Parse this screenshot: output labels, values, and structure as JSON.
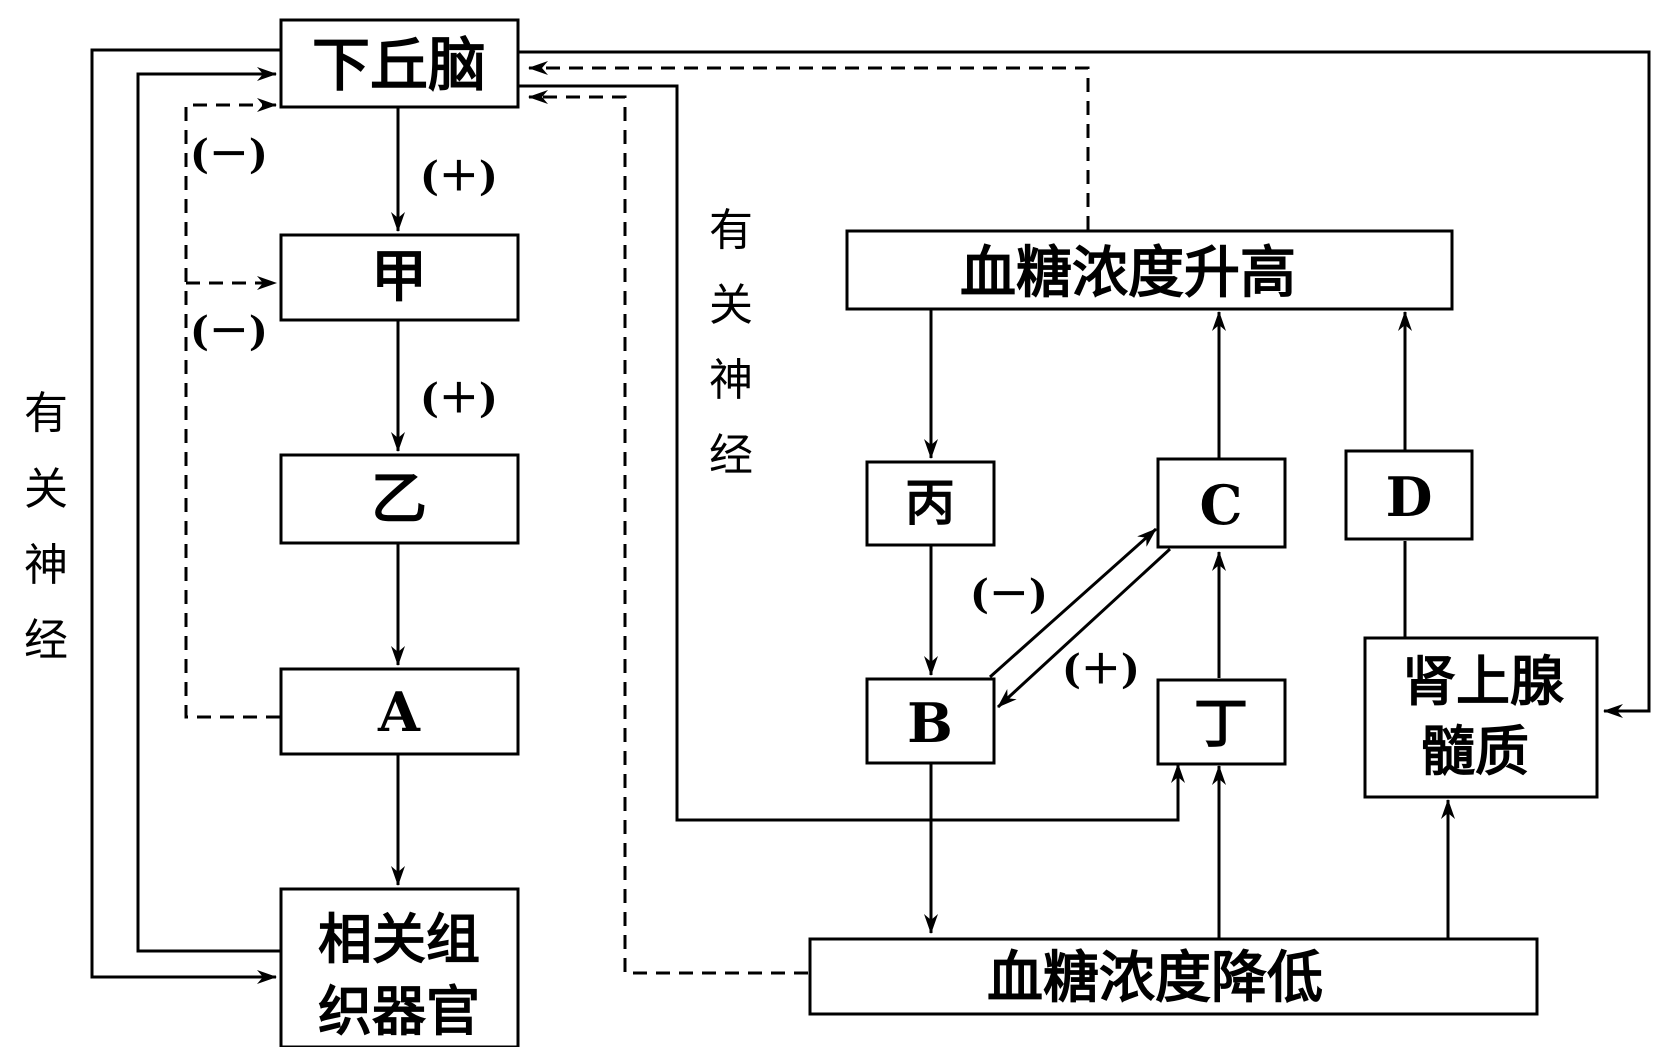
{
  "nodes": {
    "hypothalamus": "下丘脑",
    "jia": "甲",
    "yi": "乙",
    "a": "A",
    "target_organs_line1": "相关组",
    "target_organs_line2": "织器官",
    "glucose_rise": "血糖浓度升高",
    "glucose_fall": "血糖浓度降低",
    "bing": "丙",
    "b": "B",
    "c": "C",
    "ding": "丁",
    "d": "D",
    "adrenal_line1": "肾上腺",
    "adrenal_line2": "髓质"
  },
  "signs": {
    "minus_hypothalamus": "(－)",
    "plus_hypothalamus_to_jia": "(＋)",
    "minus_jia": "(－)",
    "plus_jia_to_yi": "(＋)",
    "minus_c_to_b": "(－)",
    "plus_b_to_c": "(＋)"
  },
  "side_labels": {
    "left_nerve": [
      "有",
      "关",
      "神",
      "经"
    ],
    "middle_nerve": [
      "有",
      "关",
      "神",
      "经"
    ]
  }
}
